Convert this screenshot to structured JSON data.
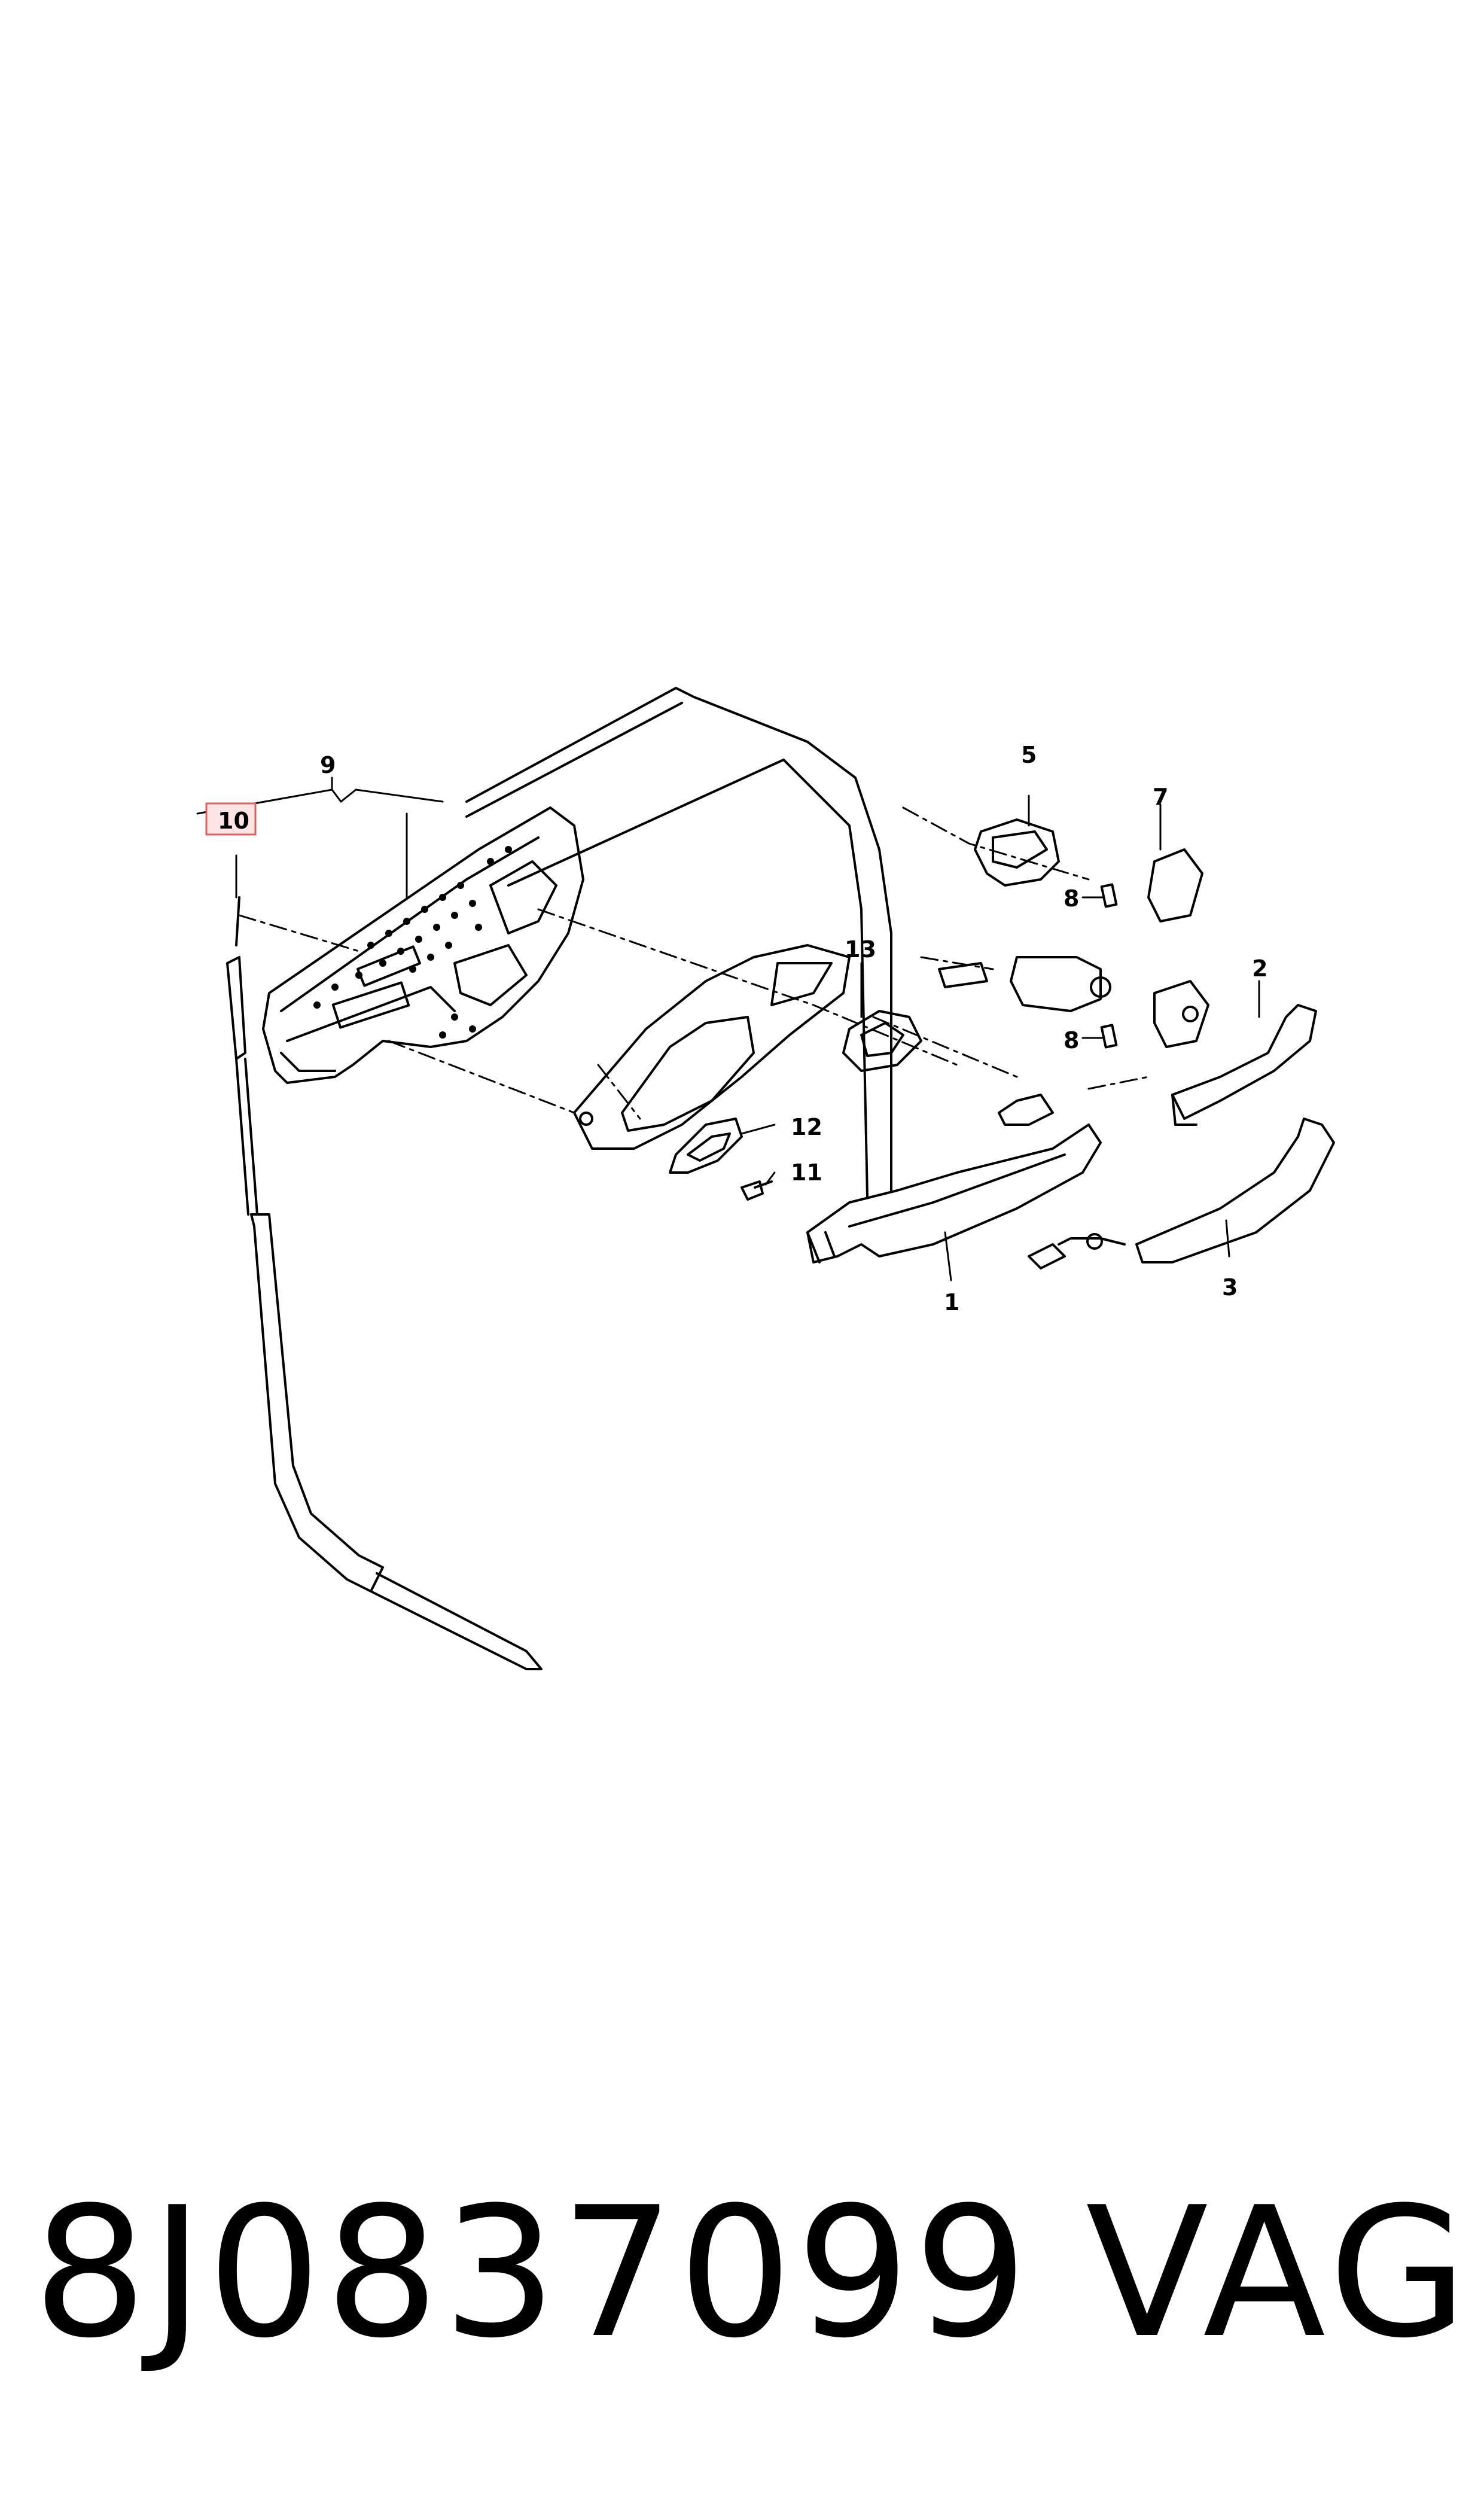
{
  "callouts": {
    "c1": "1",
    "c2": "2",
    "c3": "3",
    "c5": "5",
    "c7": "7",
    "c8a": "8",
    "c8b": "8",
    "c9": "9",
    "c10": "10",
    "c11": "11",
    "c12": "12",
    "c13": "13"
  },
  "highlight": {
    "label": "10",
    "fill": "#fde4e4",
    "stroke": "#e06060"
  },
  "footer": {
    "part_number": "8J0837099",
    "brand": "VAG"
  }
}
